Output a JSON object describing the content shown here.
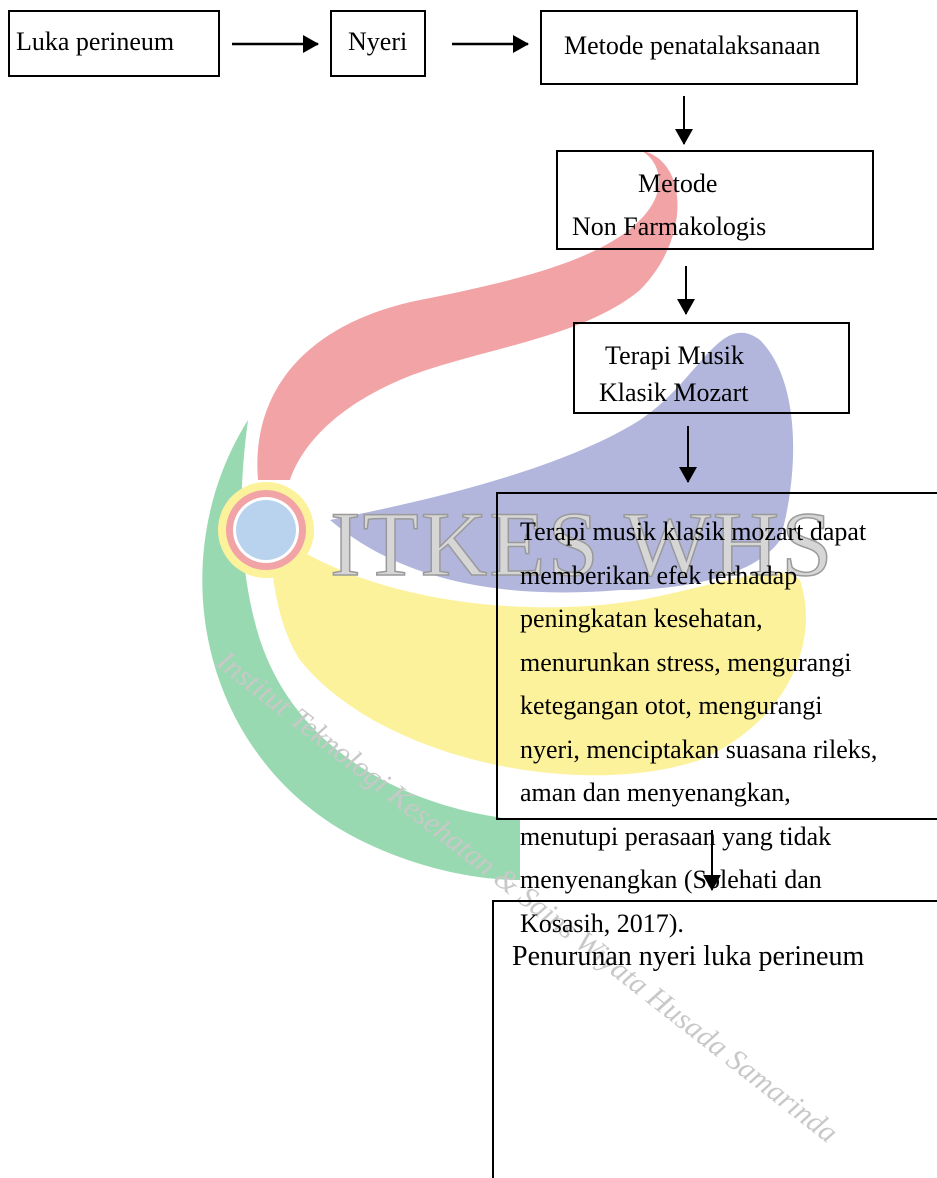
{
  "diagram": {
    "box_luka": "Luka perineum",
    "box_nyeri": "Nyeri",
    "box_metode": "Metode penatalaksanaan",
    "box_nonfarm": [
      "Metode",
      "Non Farmakologis"
    ],
    "box_terapi": [
      "Terapi Musik",
      "Klasik Mozart"
    ],
    "box_desc": [
      "Terapi musik klasik mozart dapat",
      "memberikan efek terhadap",
      "peningkatan kesehatan,",
      "menurunkan stress, mengurangi",
      "ketegangan otot, mengurangi",
      "nyeri, menciptakan suasana rileks,",
      "aman dan menyenangkan,",
      "menutupi perasaan yang tidak",
      "menyenangkan (Solehati dan",
      "Kosasih, 2017)."
    ],
    "box_hasil": "Penurunan nyeri luka perineum"
  },
  "watermark": {
    "title": "ITKES WHS",
    "subtitle": "Institut Teknologi Kesehatan & Sains Wiyata Husada Samarinda",
    "colors": {
      "red": "#f2a3a6",
      "blue": "#b2b6dc",
      "yellow": "#fcf29c",
      "green": "#93d7ad"
    }
  }
}
